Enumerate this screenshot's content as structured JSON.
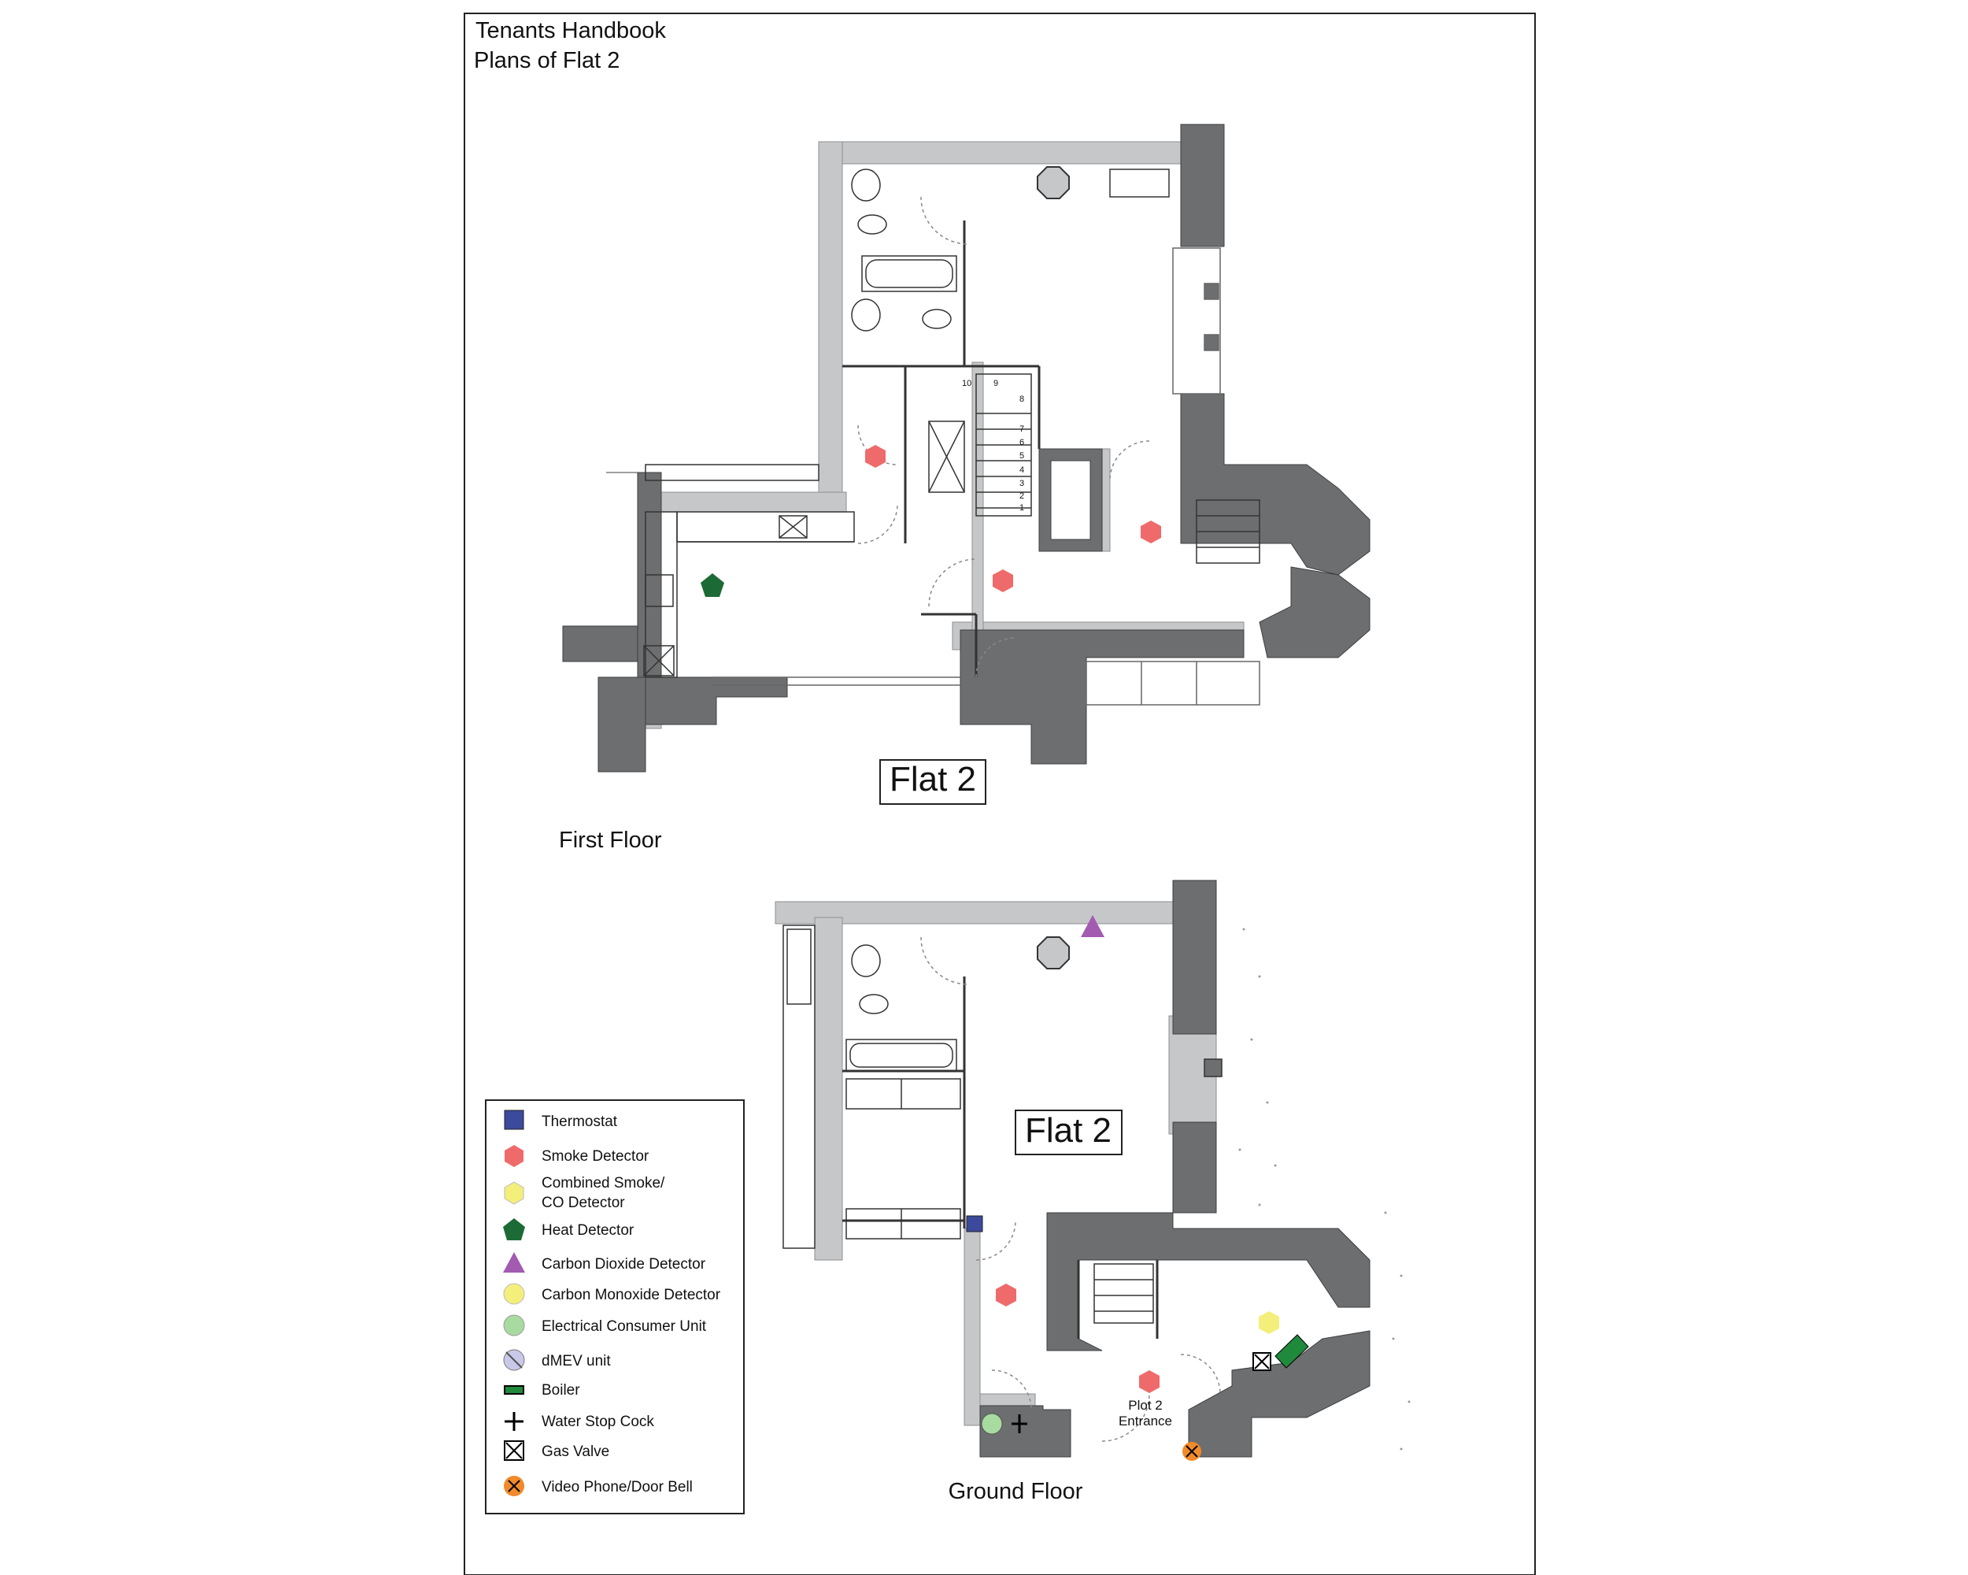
{
  "header": {
    "line1": "Tenants Handbook",
    "line2": "Plans of Flat 2"
  },
  "first_floor": {
    "flat_label": "Flat 2",
    "floor_label": "First Floor",
    "stair_numbers": [
      "10",
      "9",
      "8",
      "7",
      "6",
      "5",
      "4",
      "3",
      "2",
      "1"
    ]
  },
  "ground_floor": {
    "flat_label": "Flat 2",
    "floor_label": "Ground Floor",
    "entrance_line1": "Plot 2",
    "entrance_line2": "Entrance"
  },
  "legend": {
    "items": [
      {
        "label": "Thermostat",
        "icon": "thermostat-icon",
        "color": "#3b4a9c"
      },
      {
        "label": "Smoke Detector",
        "icon": "smoke-detector-icon",
        "color": "#ef6b6b"
      },
      {
        "label": "Combined Smoke/",
        "label2": "CO Detector",
        "icon": "combined-smoke-co-icon",
        "color": "#f3ef7a"
      },
      {
        "label": "Heat Detector",
        "icon": "heat-detector-icon",
        "color": "#1c6b36"
      },
      {
        "label": "Carbon Dioxide Detector",
        "icon": "co2-detector-icon",
        "color": "#a25bb0"
      },
      {
        "label": "Carbon Monoxide Detector",
        "icon": "co-detector-icon",
        "color": "#f3ef7a"
      },
      {
        "label": "Electrical Consumer Unit",
        "icon": "consumer-unit-icon",
        "color": "#a8dba0"
      },
      {
        "label": "dMEV unit",
        "icon": "dmev-icon",
        "color": "#c9c8e8"
      },
      {
        "label": "Boiler",
        "icon": "boiler-icon",
        "color": "#1f8a3c"
      },
      {
        "label": "Water Stop Cock",
        "icon": "stop-cock-icon",
        "color": "#000000"
      },
      {
        "label": "Gas Valve",
        "icon": "gas-valve-icon",
        "color": "#000000"
      },
      {
        "label": "Video Phone/Door Bell",
        "icon": "door-bell-icon",
        "color": "#f08a2a"
      }
    ]
  },
  "colors": {
    "wall": "#6d6e70",
    "wall_light": "#c6c7c9",
    "smoke": "#ef6b6b",
    "heat": "#1c6b36",
    "co2": "#a25bb0",
    "combined": "#f3ef7a",
    "consumer": "#a8dba0",
    "thermostat": "#3b4a9c",
    "doorbell": "#f08a2a"
  }
}
